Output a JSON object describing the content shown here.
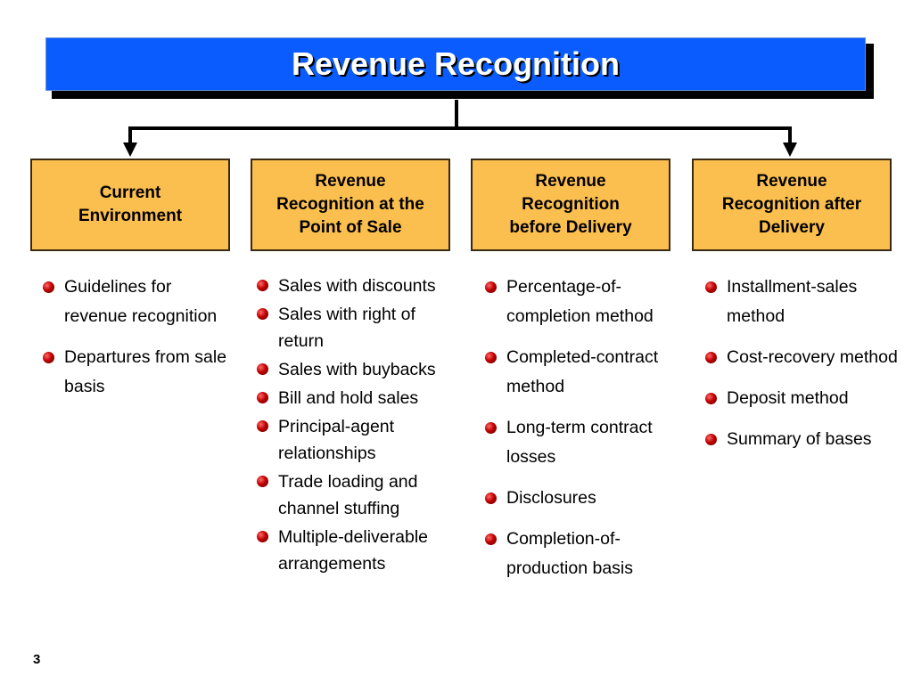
{
  "title": "Revenue Recognition",
  "columns": [
    {
      "heading": "Current\nEnvironment",
      "bullets": [
        "Guidelines for revenue recognition",
        "Departures from sale basis"
      ]
    },
    {
      "heading": "Revenue\nRecognition at the\nPoint of Sale",
      "bullets": [
        "Sales with discounts",
        "Sales with right of return",
        "Sales with buybacks",
        "Bill and hold sales",
        "Principal-agent relationships",
        "Trade loading and channel stuffing",
        "Multiple-deliverable arrangements"
      ]
    },
    {
      "heading": "Revenue\nRecognition\nbefore Delivery",
      "bullets": [
        "Percentage-of-completion method",
        "Completed-contract method",
        "Long-term contract losses",
        "Disclosures",
        "Completion-of-production basis"
      ]
    },
    {
      "heading": "Revenue\nRecognition after\nDelivery",
      "bullets": [
        "Installment-sales method",
        "Cost-recovery method",
        "Deposit method",
        "Summary of bases"
      ]
    }
  ],
  "page_number": "3",
  "colors": {
    "title_bg": "#0a5cff",
    "box_bg": "#fbbf4f",
    "bullet": "#c00000"
  }
}
